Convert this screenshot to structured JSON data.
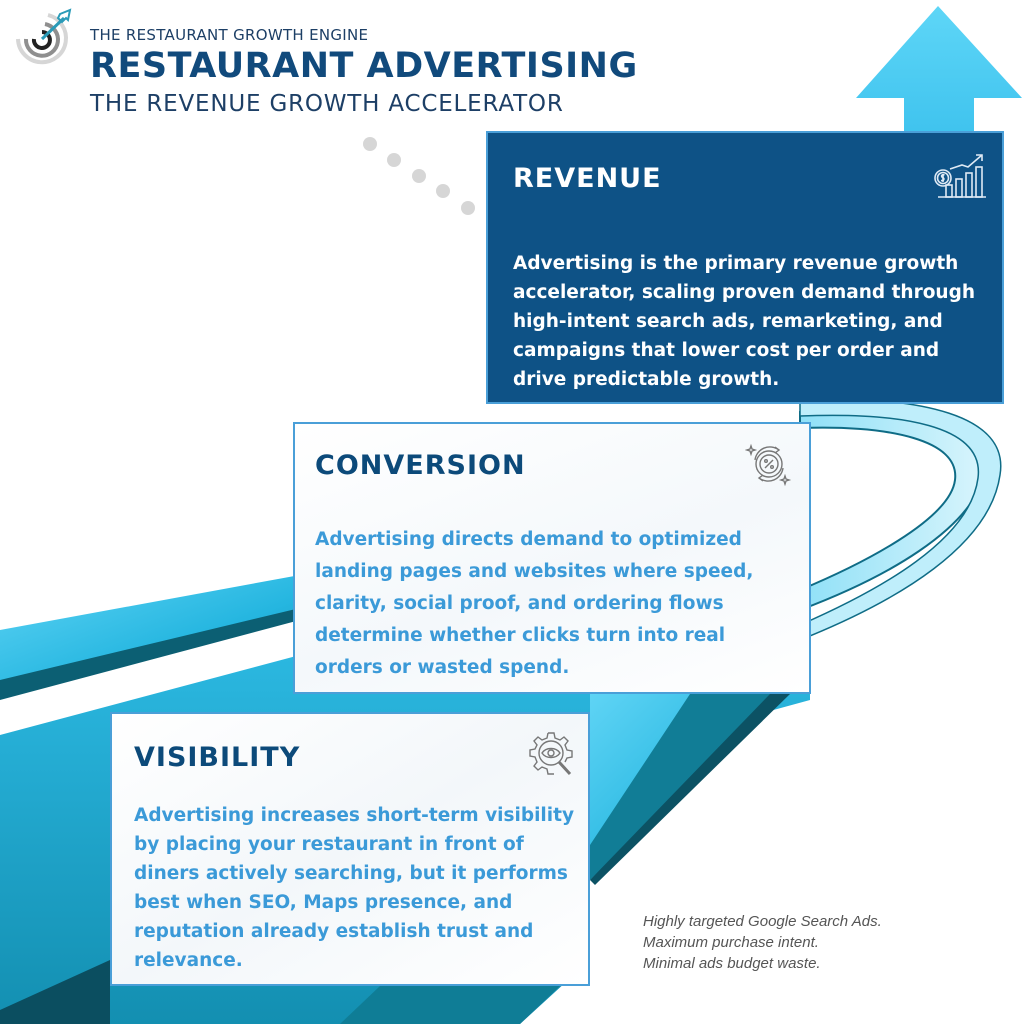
{
  "header": {
    "kicker": "THE RESTAURANT GROWTH ENGINE",
    "title": "RESTAURANT ADVERTISING",
    "subtitle": "THE REVENUE GROWTH ACCELERATOR",
    "logo_icon": "target-with-arrow-icon"
  },
  "cards": [
    {
      "id": "revenue",
      "title": "REVENUE",
      "icon": "revenue-growth-chart-icon",
      "body": "Advertising is the primary revenue growth accelerator, scaling proven demand through high-intent search ads, remarketing, and campaigns that lower cost per order and drive predictable growth."
    },
    {
      "id": "conversion",
      "title": "CONVERSION",
      "icon": "percent-cycle-icon",
      "body": "Advertising directs demand to optimized landing pages and websites where speed, clarity, social proof, and ordering flows determine whether clicks turn into real orders or wasted spend."
    },
    {
      "id": "visibility",
      "title": "VISIBILITY",
      "icon": "eye-gear-search-icon",
      "body": "Advertising increases short-term visibility by placing your restaurant in front of diners actively searching, but it performs best when SEO, Maps presence, and reputation already establish trust and relevance."
    }
  ],
  "tagline": {
    "lines": [
      "Highly targeted Google Search Ads.",
      "Maximum purchase intent.",
      "Minimal ads budget waste."
    ]
  },
  "colors": {
    "navy": "#114a7c",
    "card_dark": "#0e5286",
    "accent_blue": "#3b9ad8",
    "road_cyan": "#2fc1e8",
    "arrow_cyan": "#4fd0f4"
  }
}
